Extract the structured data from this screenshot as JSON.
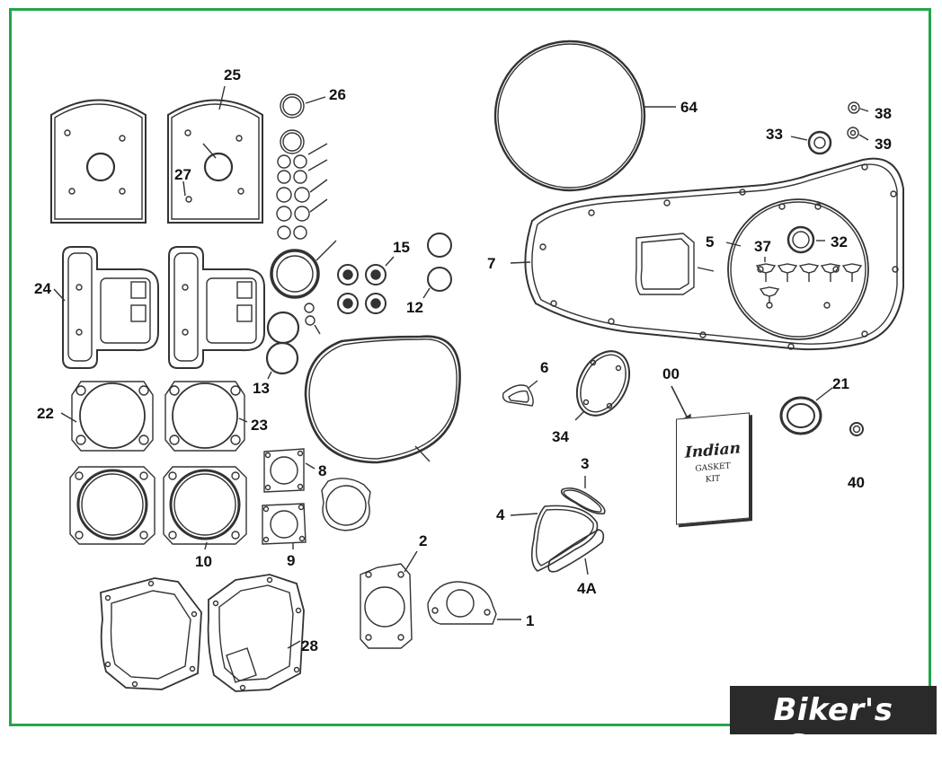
{
  "labels": {
    "n25": "25",
    "n26": "26",
    "n27": "27",
    "n24": "24",
    "n15": "15",
    "n12": "12",
    "n13": "13",
    "n22": "22",
    "n23": "23",
    "n8": "8",
    "n10": "10",
    "n9": "9",
    "n2": "2",
    "n1": "1",
    "n28": "28",
    "n64": "64",
    "n38": "38",
    "n39": "39",
    "n33": "33",
    "n5": "5",
    "n37": "37",
    "n32": "32",
    "n7": "7",
    "n6": "6",
    "n34": "34",
    "n00": "00",
    "n21": "21",
    "n40": "40",
    "n3": "3",
    "n4": "4",
    "n4A": "4A"
  },
  "gasket_box": {
    "brand": "Indian",
    "line1": "GASKET",
    "line2": "KIT"
  },
  "watermark": "Biker's Store",
  "colors": {
    "frame": "#22a64a",
    "line": "#333333",
    "badge": "#2a2a2a"
  }
}
